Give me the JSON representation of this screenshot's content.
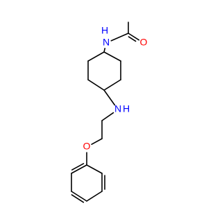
{
  "molecule": {
    "colors": {
      "bond": "#000000",
      "nitrogen": "#0000ff",
      "oxygen": "#ff0000",
      "background": "#ffffff"
    },
    "atoms": [
      {
        "id": "c-methyl",
        "element": "C",
        "label": ""
      },
      {
        "id": "c-carbonyl",
        "element": "C",
        "label": ""
      },
      {
        "id": "o-carbonyl",
        "element": "O",
        "label": "O"
      },
      {
        "id": "n-amide",
        "element": "N",
        "label": "N",
        "hydrogen": "H"
      },
      {
        "id": "c1",
        "element": "C",
        "label": ""
      },
      {
        "id": "c2",
        "element": "C",
        "label": ""
      },
      {
        "id": "c3",
        "element": "C",
        "label": ""
      },
      {
        "id": "c4",
        "element": "C",
        "label": ""
      },
      {
        "id": "c5",
        "element": "C",
        "label": ""
      },
      {
        "id": "c6",
        "element": "C",
        "label": ""
      },
      {
        "id": "n-amine",
        "element": "N",
        "label": "N",
        "hydrogen": "H"
      },
      {
        "id": "c-ethyl-1",
        "element": "C",
        "label": ""
      },
      {
        "id": "c-ethyl-2",
        "element": "C",
        "label": ""
      },
      {
        "id": "o-ether",
        "element": "O",
        "label": "O"
      },
      {
        "id": "p1",
        "element": "C",
        "label": ""
      },
      {
        "id": "p2",
        "element": "C",
        "label": ""
      },
      {
        "id": "p3",
        "element": "C",
        "label": ""
      },
      {
        "id": "p4",
        "element": "C",
        "label": ""
      },
      {
        "id": "p5",
        "element": "C",
        "label": ""
      },
      {
        "id": "p6",
        "element": "C",
        "label": ""
      }
    ]
  }
}
